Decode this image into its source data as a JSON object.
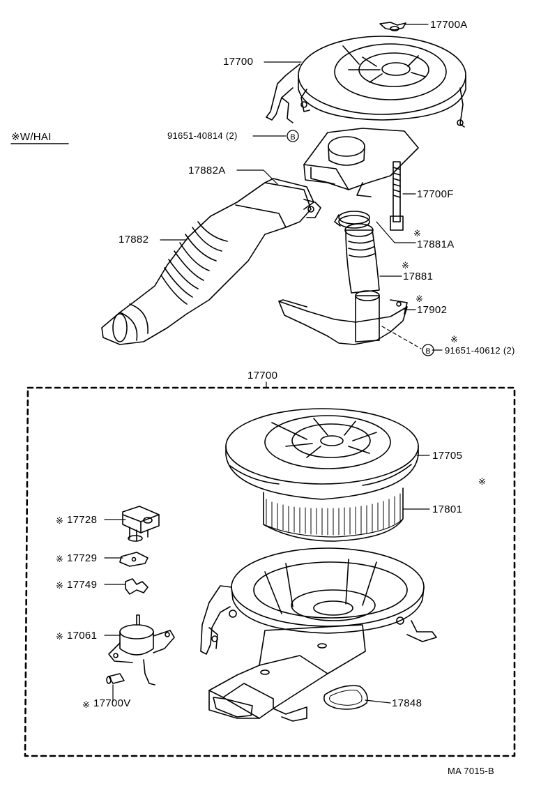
{
  "labels": {
    "p17700A": "17700A",
    "p17700_top": "17700",
    "variant_note": "※W/HAI",
    "bolt_b_upper": "91651-40814 (2)",
    "p17882A": "17882A",
    "p17700F": "17700F",
    "p17882": "17882",
    "p17881A": "17881A",
    "p17881": "17881",
    "p17902": "17902",
    "bolt_b_lower": "91651-40612 (2)",
    "p17700_box": "17700",
    "p17705": "17705",
    "p17801": "17801",
    "p17728": "17728",
    "p17729": "17729",
    "p17749": "17749",
    "p17061": "17061",
    "p17700V": "17700V",
    "p17848": "17848",
    "figure_code": "MA 7015-B"
  },
  "markers": {
    "bolt_symbol": "B",
    "optional_mark": "※"
  }
}
